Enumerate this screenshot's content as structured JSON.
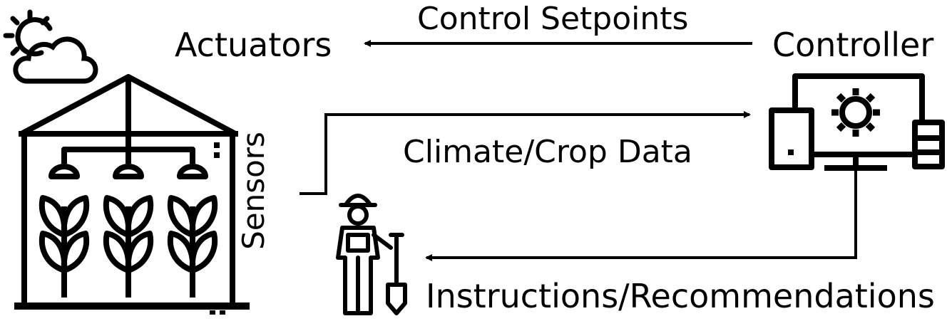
{
  "nodes": {
    "actuators": "Actuators",
    "controller": "Controller",
    "sensors": "Sensors"
  },
  "edges": {
    "control_setpoints": "Control Setpoints",
    "climate_crop_data": "Climate/Crop Data",
    "instructions_recommendations": "Instructions/Recommendations"
  },
  "icons": [
    "weather-sun-cloud-icon",
    "greenhouse-icon",
    "computer-icon",
    "farmer-icon"
  ]
}
